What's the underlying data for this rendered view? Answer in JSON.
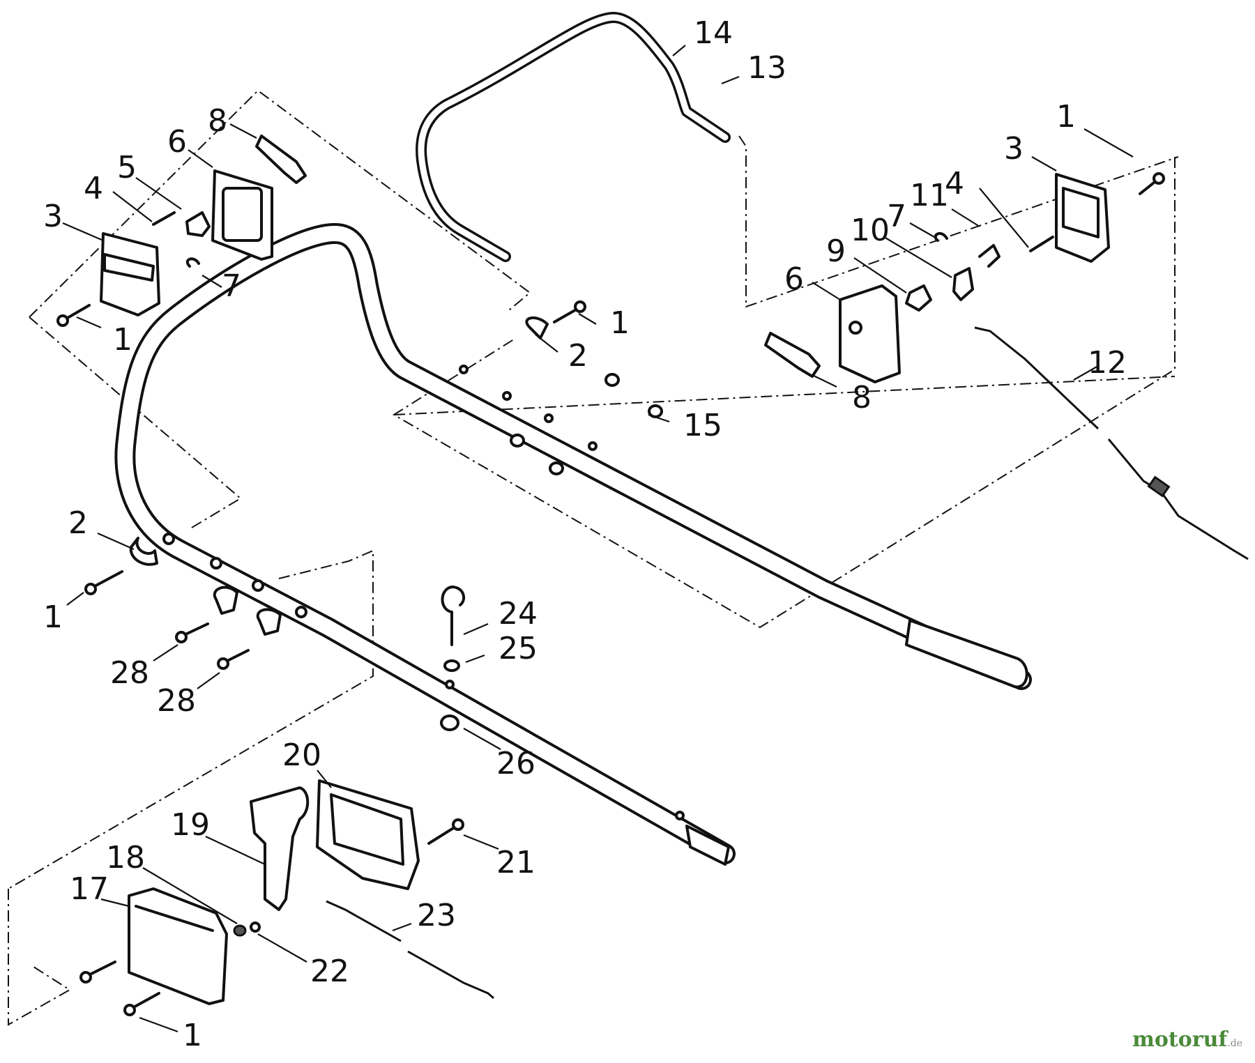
{
  "callouts": {
    "c14": "14",
    "c13": "13",
    "c8a": "8",
    "c6a": "6",
    "c5": "5",
    "c4a": "4",
    "c3a": "3",
    "c7a": "7",
    "c1a": "1",
    "c1b": "1",
    "c2a": "2",
    "c1c": "1",
    "c3b": "3",
    "c11": "11",
    "c4b": "4",
    "c7b": "7",
    "c10": "10",
    "c9": "9",
    "c6b": "6",
    "c8b": "8",
    "c12": "12",
    "c15": "15",
    "c2b": "2",
    "c1d": "1",
    "c24": "24",
    "c25": "25",
    "c28a": "28",
    "c28b": "28",
    "c26": "26",
    "c20": "20",
    "c19": "19",
    "c21": "21",
    "c18": "18",
    "c17": "17",
    "c23": "23",
    "c22": "22",
    "c1e": "1"
  },
  "watermark": {
    "brand_main": "motoruf",
    "brand_tld": ".de"
  },
  "colors": {
    "line": "#111111",
    "background": "#ffffff",
    "brand_green": "#4a8a3a",
    "brand_orange": "#c48a2a"
  }
}
